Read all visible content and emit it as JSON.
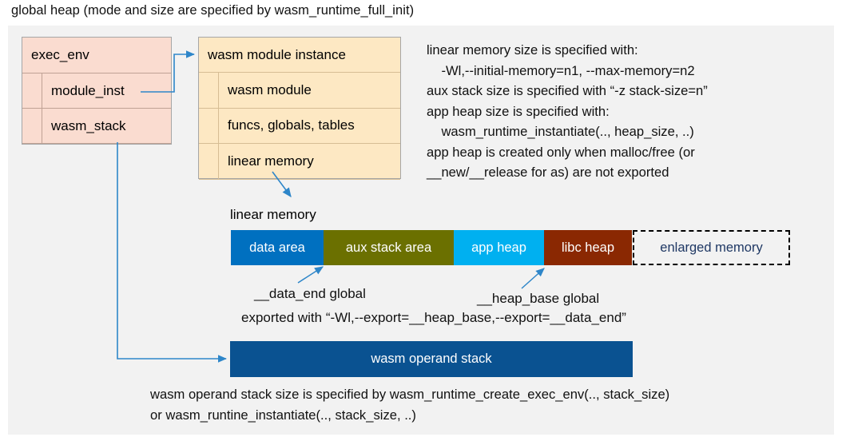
{
  "title": "global heap (mode and size are specified by wasm_runtime_full_init)",
  "colors": {
    "panel_bg": "#f2f2f2",
    "exec_env_bg": "#fadcd0",
    "module_inst_bg": "#fde8c3",
    "data_area": "#0070c0",
    "aux_stack_area": "#6b7000",
    "app_heap": "#00b0f0",
    "libc_heap": "#8a2802",
    "enlarged_memory_text": "#1f3864",
    "operand_stack": "#0a5291",
    "connector": "#2e86c9"
  },
  "exec_env": {
    "header": "exec_env",
    "fields": [
      {
        "label": "module_inst"
      },
      {
        "label": "wasm_stack"
      }
    ]
  },
  "module_instance": {
    "header": "wasm module instance",
    "fields": [
      {
        "label": "wasm module"
      },
      {
        "label": "funcs, globals, tables"
      },
      {
        "label": "linear memory"
      }
    ]
  },
  "spec_text": "linear memory size is specified with:\n    -Wl,--initial-memory=n1, --max-memory=n2\naux stack size is specified with “-z stack-size=n”\napp heap size is specified with:\n    wasm_runtime_instantiate(.., heap_size, ..)\napp heap is created only when malloc/free (or\n__new/__release for as) are not exported",
  "linear_memory": {
    "label": "linear memory",
    "segments": [
      {
        "name": "data area",
        "width": 116,
        "color": "#0070c0",
        "style": "solid"
      },
      {
        "name": "aux stack area",
        "width": 163,
        "color": "#6b7000",
        "style": "solid"
      },
      {
        "name": "app heap",
        "width": 113,
        "color": "#00b0f0",
        "style": "solid"
      },
      {
        "name": "libc heap",
        "width": 110,
        "color": "#8a2802",
        "style": "solid"
      },
      {
        "name": "enlarged memory",
        "width": 197,
        "color": "#f2f2f2",
        "style": "dashed"
      }
    ]
  },
  "annotations": {
    "data_end": "__data_end global",
    "heap_base": "__heap_base global",
    "export_note": "exported with “-Wl,--export=__heap_base,--export=__data_end”"
  },
  "operand_stack": {
    "label": "wasm operand stack",
    "note": "wasm operand stack size is specified by wasm_runtime_create_exec_env(.., stack_size)\nor wasm_runtine_instantiate(.., stack_size, ..)"
  }
}
